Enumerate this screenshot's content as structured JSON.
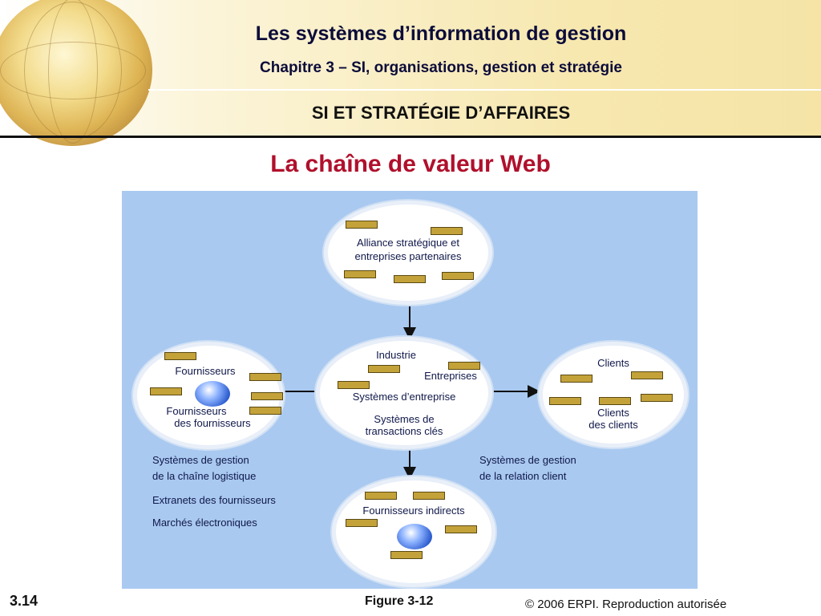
{
  "header": {
    "title": "Les systèmes d’information de gestion",
    "subtitle": "Chapitre 3 – SI, organisations, gestion et stratégie",
    "section": "SI ET STRATÉGIE D’AFFAIRES"
  },
  "slide": {
    "title": "La chaîne de valeur Web"
  },
  "diagram": {
    "nodes": {
      "top": {
        "lines": [
          "Alliance stratégique et",
          "entreprises partenaires"
        ]
      },
      "center": {
        "industrie": "Industrie",
        "entreprises": "Entreprises",
        "systemes_entreprise": "Systèmes d’entreprise",
        "transactions": [
          "Systèmes de",
          "transactions clés"
        ]
      },
      "left": {
        "fournisseurs": "Fournisseurs",
        "fournisseurs_des_fournisseurs": [
          "Fournisseurs",
          "des fournisseurs"
        ]
      },
      "right": {
        "clients": "Clients",
        "clients_des_clients": [
          "Clients",
          "des clients"
        ]
      },
      "bottom": {
        "fournisseurs_indirects": "Fournisseurs indirects"
      }
    },
    "left_text": [
      "Systèmes de gestion",
      "de la chaîne logistique",
      "Extranets des fournisseurs",
      "Marchés électroniques"
    ],
    "right_text": [
      "Systèmes de gestion",
      "de la relation client"
    ]
  },
  "footer": {
    "slide_number": "3.14",
    "figure": "Figure 3-12",
    "copyright": "© 2006 ERPI. Reproduction autorisée"
  },
  "colors": {
    "title_red": "#b0102c",
    "diagram_bg": "#a9c9f0",
    "rect_gold": "#c4a23a"
  }
}
